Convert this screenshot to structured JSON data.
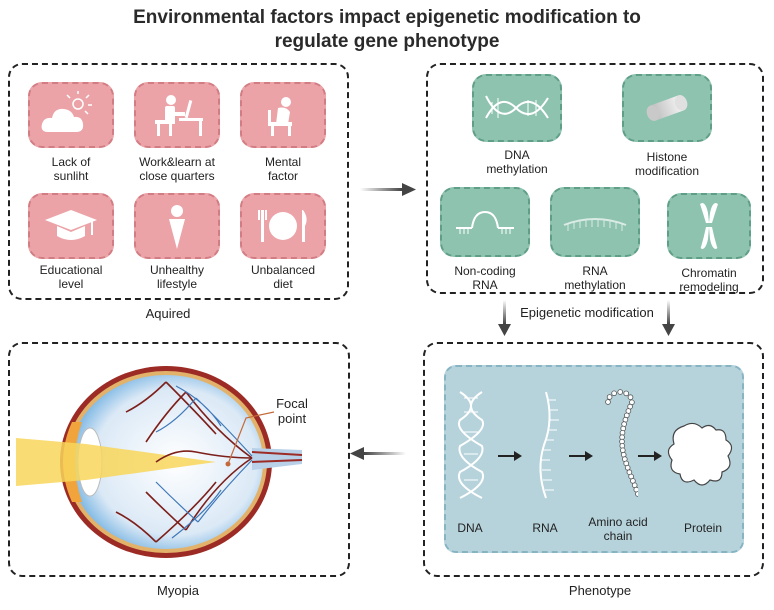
{
  "title": {
    "line1": "Environmental factors impact epigenetic modification to",
    "line2": "regulate gene phenotype"
  },
  "acquired": {
    "caption": "Aquired",
    "factors": [
      {
        "label1": "Lack of",
        "label2": "sunliht",
        "icon": "cloud-sun-icon"
      },
      {
        "label1": "Work&learn at",
        "label2": "close quarters",
        "icon": "person-desk-icon"
      },
      {
        "label1": "Mental",
        "label2": "factor",
        "icon": "stressed-person-icon"
      },
      {
        "label1": "Educational",
        "label2": "level",
        "icon": "graduation-cap-icon"
      },
      {
        "label1": "Unhealthy",
        "label2": "lifestyle",
        "icon": "ice-cream-icon"
      },
      {
        "label1": "Unbalanced",
        "label2": "diet",
        "icon": "plate-cutlery-icon"
      }
    ]
  },
  "epigenetic": {
    "caption": "Epigenetic modification",
    "items": [
      {
        "label1": "DNA",
        "label2": "methylation",
        "icon": "dna-helix-icon"
      },
      {
        "label1": "Histone",
        "label2": "modification",
        "icon": "histone-icon"
      },
      {
        "label1": "Non-coding",
        "label2": "RNA",
        "icon": "rna-loop-icon"
      },
      {
        "label1": "RNA",
        "label2": "methylation",
        "icon": "rna-strand-icon"
      },
      {
        "label1": "Chromatin",
        "label2": "remodeling",
        "icon": "chromosome-icon"
      }
    ]
  },
  "phenotype": {
    "caption": "Phenotype",
    "steps": [
      {
        "label1": "DNA",
        "label2": ""
      },
      {
        "label1": "RNA",
        "label2": ""
      },
      {
        "label1": "Amino acid",
        "label2": "chain"
      },
      {
        "label1": "Protein",
        "label2": ""
      }
    ]
  },
  "myopia": {
    "caption": "Myopia",
    "focal_label1": "Focal",
    "focal_label2": "point"
  },
  "colors": {
    "pink_tile": "#eba3a8",
    "green_tile": "#8ec3b0",
    "phenotype_bg": "#b6d3dc"
  }
}
